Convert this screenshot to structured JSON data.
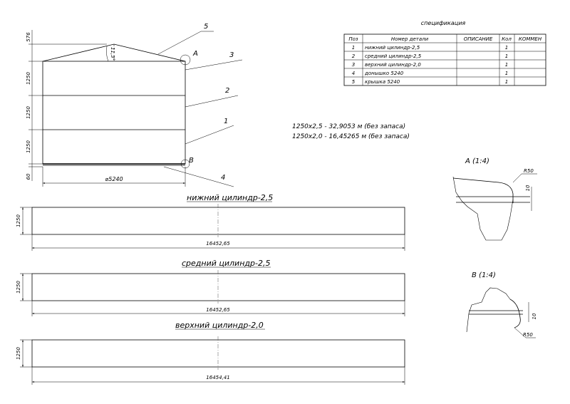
{
  "spec": {
    "title": "спецификация",
    "headers": [
      "Поз",
      "Номер детали",
      "ОПИСАНИЕ",
      "Кол",
      "КОММЕН"
    ],
    "rows": [
      {
        "pos": "1",
        "name": "нижний цилиндр-2,5",
        "desc": "",
        "qty": "1",
        "comment": ""
      },
      {
        "pos": "2",
        "name": "средний цилиндр-2,5",
        "desc": "",
        "qty": "1",
        "comment": ""
      },
      {
        "pos": "3",
        "name": "верхний цилиндр-2,0",
        "desc": "",
        "qty": "1",
        "comment": ""
      },
      {
        "pos": "4",
        "name": "донышко 5240",
        "desc": "",
        "qty": "1",
        "comment": ""
      },
      {
        "pos": "5",
        "name": "крышка 5240",
        "desc": "",
        "qty": "1",
        "comment": ""
      }
    ]
  },
  "notes": {
    "line1": "1250х2,5 - 32,9053 м (без запаса)",
    "line2": "1250х2,0 - 16,45265 м (без запаса)"
  },
  "tank": {
    "dims_left": [
      "576",
      "1250",
      "1250",
      "1250",
      "60"
    ],
    "roof_angle": "11,3°",
    "diameter": "⌀5240",
    "callouts": [
      "5",
      "3",
      "2",
      "1",
      "4"
    ],
    "detail_markers": [
      "A",
      "B"
    ]
  },
  "details": {
    "a_title": "А (1:4)",
    "b_title": "В (1:4)",
    "radius": "R50",
    "thickness": "10"
  },
  "sheets": [
    {
      "title": "нижний цилиндр-2,5",
      "height": "1250",
      "length": "16452,65"
    },
    {
      "title": "средний цилиндр-2,5",
      "height": "1250",
      "length": "16452,65"
    },
    {
      "title": "верхний цилиндр-2,0",
      "height": "1250",
      "length": "16454,41"
    }
  ]
}
